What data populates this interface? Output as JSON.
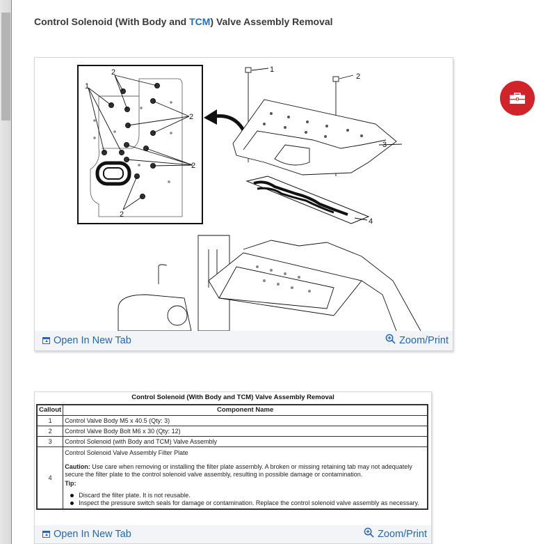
{
  "page": {
    "title_before": "Control Solenoid (With Body and ",
    "title_link": "TCM",
    "title_after": ") Valve Assembly Removal"
  },
  "figure": {
    "callout_labels": [
      "1",
      "2",
      "3",
      "4"
    ],
    "inset_labels": [
      "1",
      "2",
      "2",
      "2",
      "2"
    ],
    "footer": {
      "open_new_tab": "Open In New Tab",
      "zoom_print": "Zoom/Print",
      "open_icon": "open-new-tab-icon",
      "zoom_icon": "zoom-in-icon"
    }
  },
  "fab": {
    "icon": "toolbox-icon",
    "color": "#d1232a"
  },
  "callout_table": {
    "caption": "Control Solenoid (With Body and TCM) Valve Assembly Removal",
    "headers": [
      "Callout",
      "Component Name"
    ],
    "rows": [
      {
        "callout": "1",
        "name": "Control Valve Body M5 x 40.5 (Qty: 3)"
      },
      {
        "callout": "2",
        "name": "Control Valve Body Bolt M6 x 30 (Qty: 12)"
      },
      {
        "callout": "3",
        "name": "Control Solenoid (with Body and TCM) Valve Assembly"
      },
      {
        "callout": "4",
        "name": "Control Solenoid Valve Assembly Filter Plate",
        "caution_label": "Caution:",
        "caution_text": " Use care when removing or installing the filter plate assembly. A broken or missing retaining tab may not adequately secure the filter plate to the control solenoid valve assembly, resulting in possible damage or contamination.",
        "tip_label": "Tip:",
        "tips": [
          "Discard the filter plate. It is not reusable.",
          "Inspect the pressure switch seals for damage or contamination. Replace the control solenoid valve assembly as necessary."
        ]
      }
    ],
    "footer": {
      "open_new_tab": "Open In New Tab",
      "zoom_print": "Zoom/Print"
    }
  },
  "colors": {
    "link": "#2367b3",
    "title_accent": "#1f6fbf",
    "footer_bg": "#f2f4f8"
  }
}
